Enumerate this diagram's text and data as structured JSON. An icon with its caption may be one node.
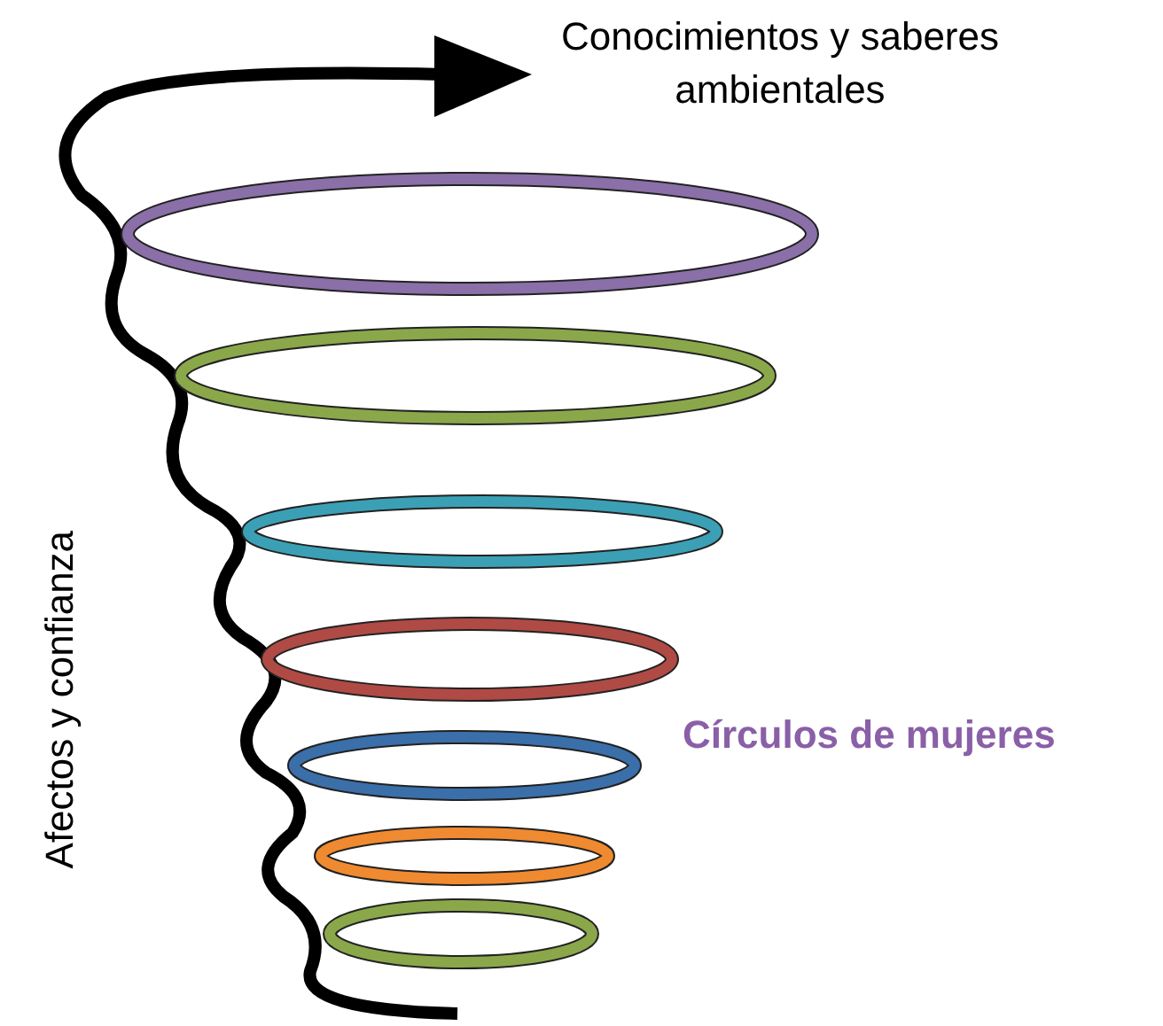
{
  "diagram": {
    "labels": [
      "Conocimientos y saberes ambientales",
      "Afectos y confianza",
      "Círculos de mujeres"
    ]
  }
}
